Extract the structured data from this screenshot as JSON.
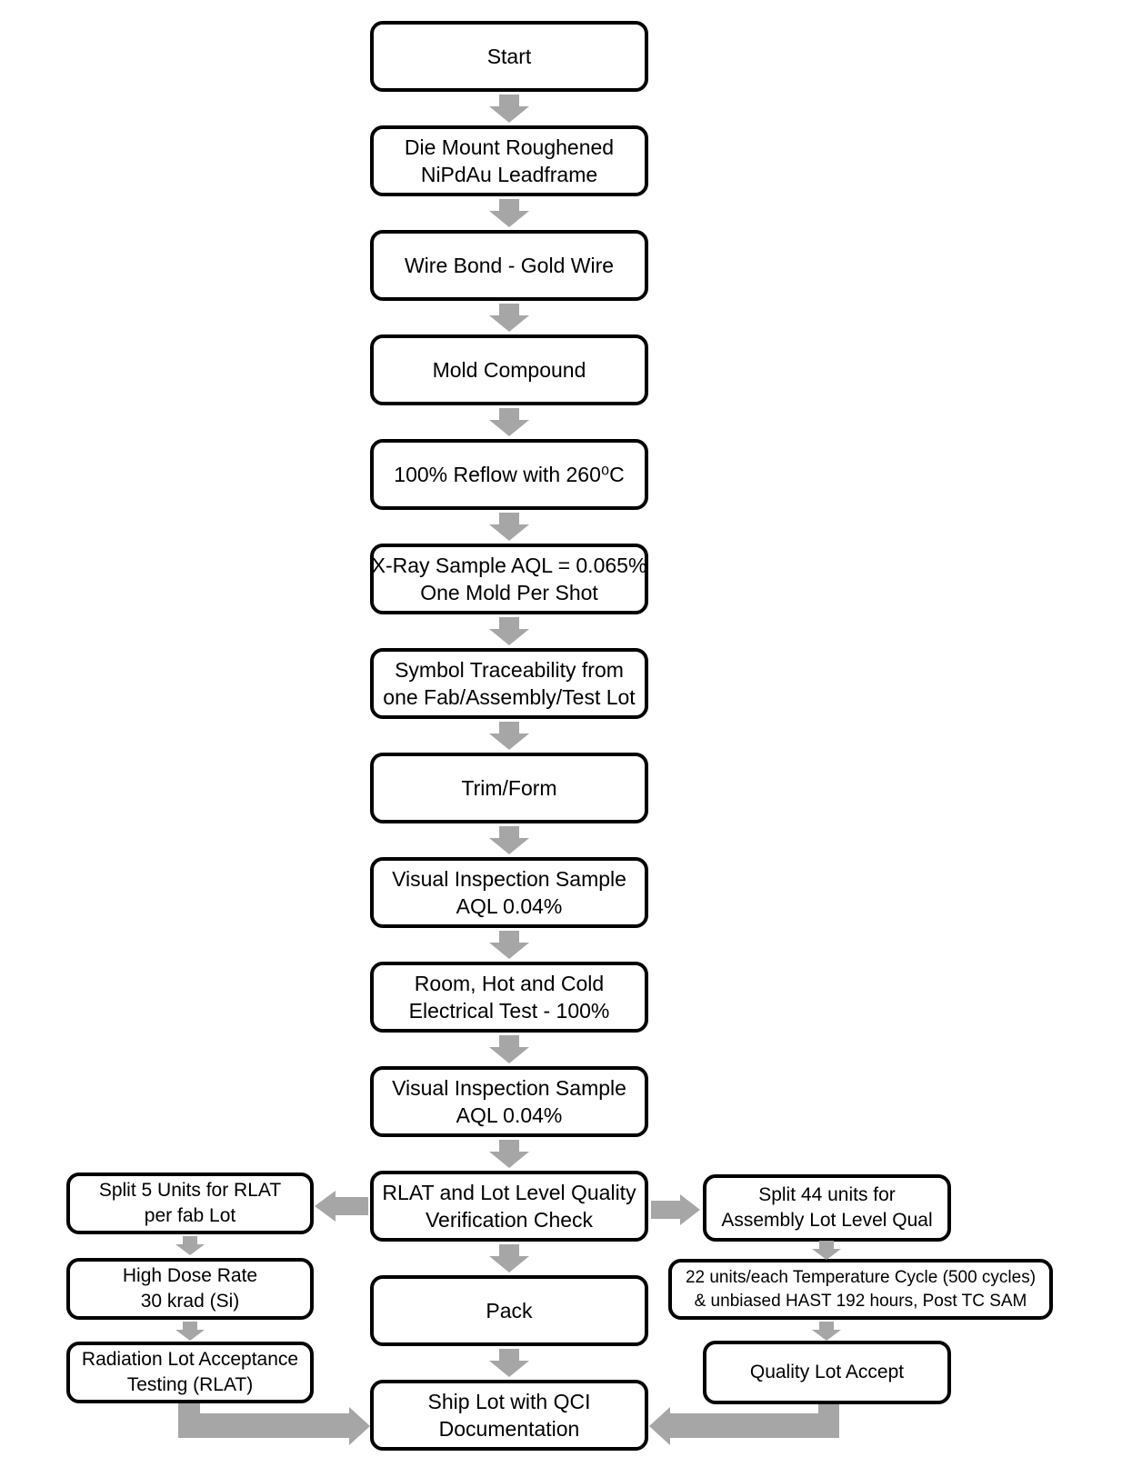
{
  "title": "Assembly and qualification flow chart",
  "colors": {
    "background": "#ffffff",
    "box_fill": "#ffffff",
    "box_border": "#000000",
    "arrow": "#a6a6a6",
    "text": "#000000"
  },
  "flow": {
    "main": [
      {
        "line1": "Start",
        "line2": ""
      },
      {
        "line1": "Die Mount Roughened",
        "line2": "NiPdAu Leadframe"
      },
      {
        "line1": "Wire Bond - Gold Wire",
        "line2": ""
      },
      {
        "line1": "Mold Compound",
        "line2": ""
      },
      {
        "line1": "100% Reflow with 260⁰C",
        "line2": ""
      },
      {
        "line1": "X-Ray Sample AQL = 0.065%",
        "line2": "One Mold Per Shot"
      },
      {
        "line1": "Symbol Traceability from",
        "line2": "one Fab/Assembly/Test Lot"
      },
      {
        "line1": "Trim/Form",
        "line2": ""
      },
      {
        "line1": "Visual Inspection Sample",
        "line2": "AQL 0.04%"
      },
      {
        "line1": "Room, Hot and Cold",
        "line2": "Electrical Test - 100%"
      },
      {
        "line1": "Visual Inspection Sample",
        "line2": "AQL 0.04%"
      },
      {
        "line1": "RLAT and Lot Level Quality",
        "line2": "Verification Check"
      },
      {
        "line1": "Pack",
        "line2": ""
      },
      {
        "line1": "Ship Lot with QCI",
        "line2": "Documentation"
      }
    ],
    "left_branch": [
      {
        "line1": "Split 5 Units for RLAT",
        "line2": "per fab Lot"
      },
      {
        "line1": "High Dose Rate",
        "line2": "30 krad (Si)"
      },
      {
        "line1": "Radiation Lot Acceptance",
        "line2": "Testing (RLAT)"
      }
    ],
    "right_branch": [
      {
        "line1": "Split 44 units for",
        "line2": "Assembly Lot Level Qual"
      },
      {
        "line1": "22 units/each Temperature Cycle (500 cycles)",
        "line2": "& unbiased HAST 192 hours, Post TC SAM"
      },
      {
        "line1": "Quality Lot Accept",
        "line2": ""
      }
    ]
  }
}
